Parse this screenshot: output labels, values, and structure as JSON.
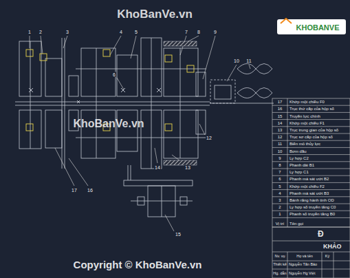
{
  "diagram": {
    "labels": [
      "1",
      "2",
      "3",
      "4",
      "5",
      "6",
      "7",
      "8",
      "9",
      "10",
      "11",
      "12",
      "13",
      "14",
      "15",
      "16",
      "17",
      "17",
      "Khớp một chiều F0",
      "16",
      "Trục thứ cấp của hộp số",
      "15",
      "Truyền lực chính",
      "14",
      "Khớp một chiều F1",
      "13",
      "Trục trung gian của hộp số",
      "12",
      "Trục sơ cấp của hộp số",
      "11",
      "Biến mô thủy lực",
      "10",
      "Bơm dầu",
      "9",
      "Ly hợp C2",
      "8",
      "Phanh dải B1",
      "7",
      "Ly hợp C1",
      "6",
      "Phanh má sát ướt B2",
      "5",
      "Khớp một chiều F2",
      "4",
      "Phanh má sát ướt B3",
      "3",
      "Bánh răng hành tinh OD",
      "2",
      "Ly hợp số truyền tăng C0",
      "1",
      "Phanh số truyền tăng B0",
      "Vị trí",
      "Tên gọi",
      "Đ",
      "KHẢO",
      "Nv. vụ",
      "Họ và tên",
      "Ký",
      "Thiết kế",
      "Nguyễn Tấn Bảo",
      "Hg. dẫn",
      "Nguyễn Hg Việt",
      "KhoBanVe.vn",
      "KhoBanVe.vn",
      "Copyright © KhoBanVe.vn",
      "KHOBANVE"
    ]
  }
}
